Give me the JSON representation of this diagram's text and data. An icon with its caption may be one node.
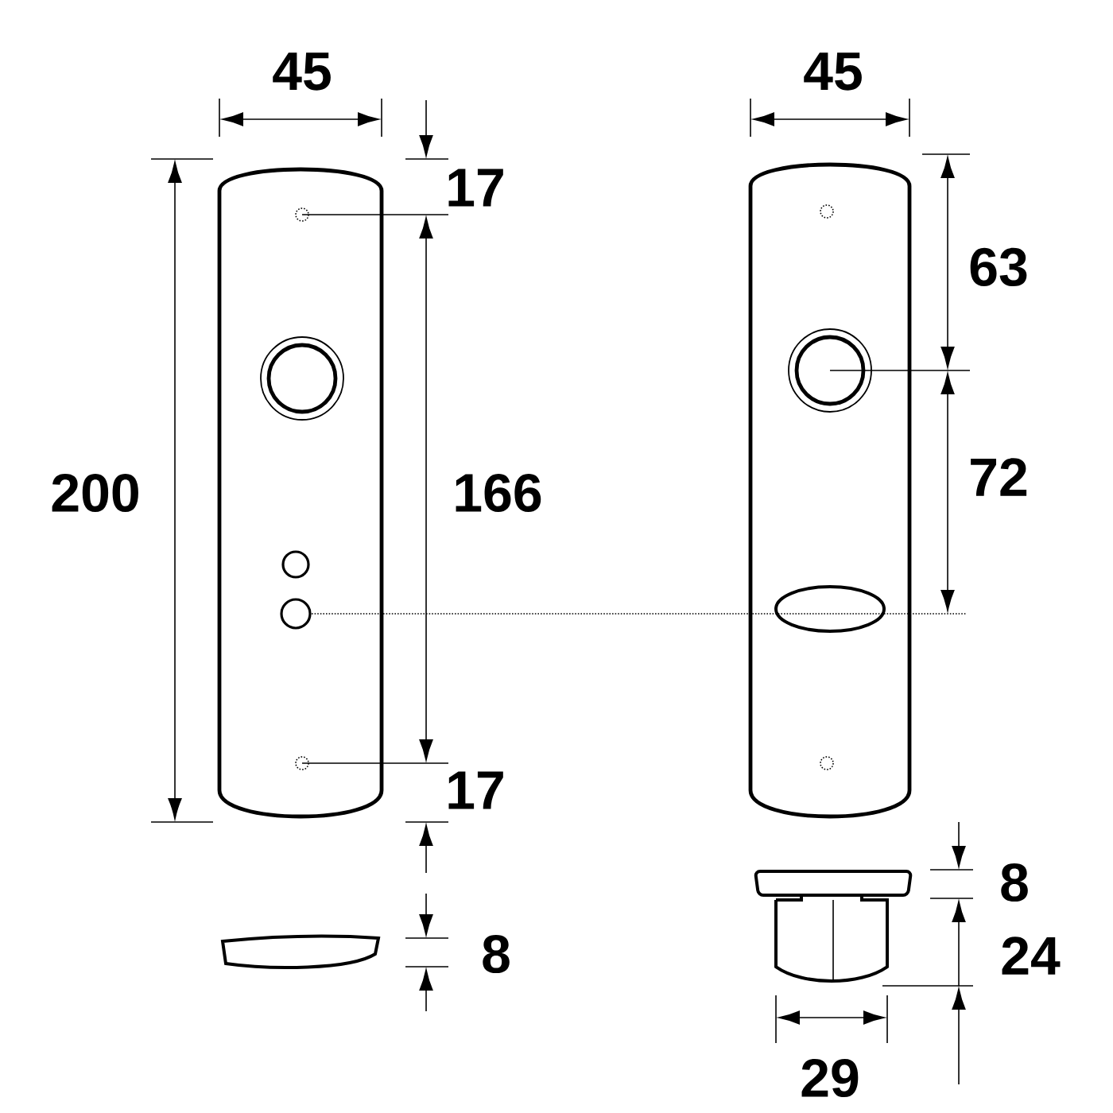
{
  "diagram": {
    "labels": [
      "45",
      "45",
      "17",
      "63",
      "200",
      "166",
      "72",
      "17",
      "8",
      "8",
      "24",
      "29"
    ]
  }
}
